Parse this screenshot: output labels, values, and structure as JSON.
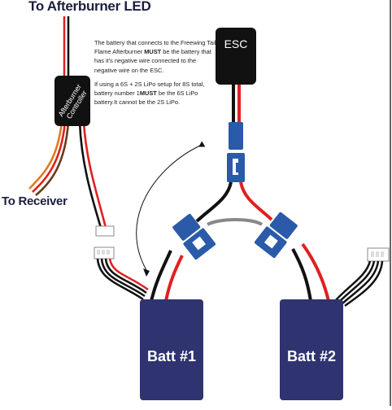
{
  "labels": {
    "afterburner_led": "To Afterburner LED",
    "receiver": "To Receiver",
    "esc": "ESC",
    "controller_line1": "Afterburner",
    "controller_line2": "Controller",
    "batt1": "Batt #1",
    "batt2": "Batt #2"
  },
  "notes": {
    "note1_pre": "The battery that connects to the Freewing Tail Flame Afterburner ",
    "note1_bold": "MUST",
    "note1_post": " be the battery that has it's negative wire connected to the negative wire on the ESC.",
    "note2_pre": "If using a 6S + 2S LiPo setup for 8S total, battery number 1",
    "note2_bold": "MUST",
    "note2_post": " be the 6S LiPo battery.It cannot be the 2S LiPo."
  },
  "colors": {
    "battery": "#2f3370",
    "connector": "#2a5aa8",
    "wire_red": "#e02020",
    "wire_black": "#111111",
    "wire_orange": "#e07a1a",
    "wire_brown": "#6b3b16"
  }
}
